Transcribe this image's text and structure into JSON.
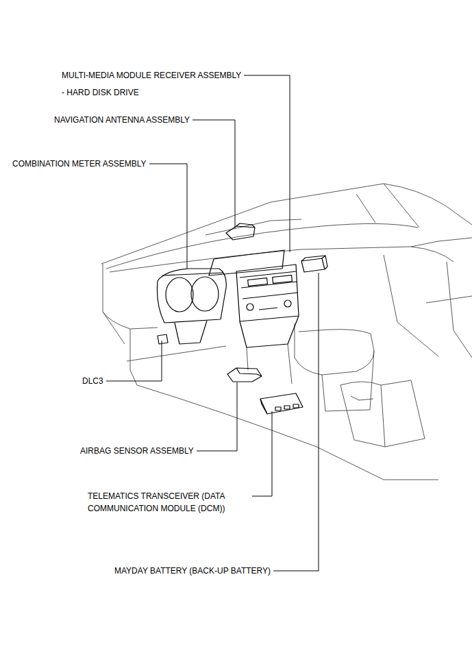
{
  "diagram": {
    "labels": [
      "MULTI-MEDIA MODULE RECEIVER ASSEMBLY",
      "- HARD DISK DRIVE",
      "NAVIGATION ANTENNA ASSEMBLY",
      "COMBINATION METER ASSEMBLY",
      "DLC3",
      "AIRBAG SENSOR ASSEMBLY",
      "TELEMATICS TRANSCEIVER (DATA COMMUNICATION MODULE (DCM))",
      "MAYDAY BATTERY (BACK-UP BATTERY)"
    ]
  }
}
